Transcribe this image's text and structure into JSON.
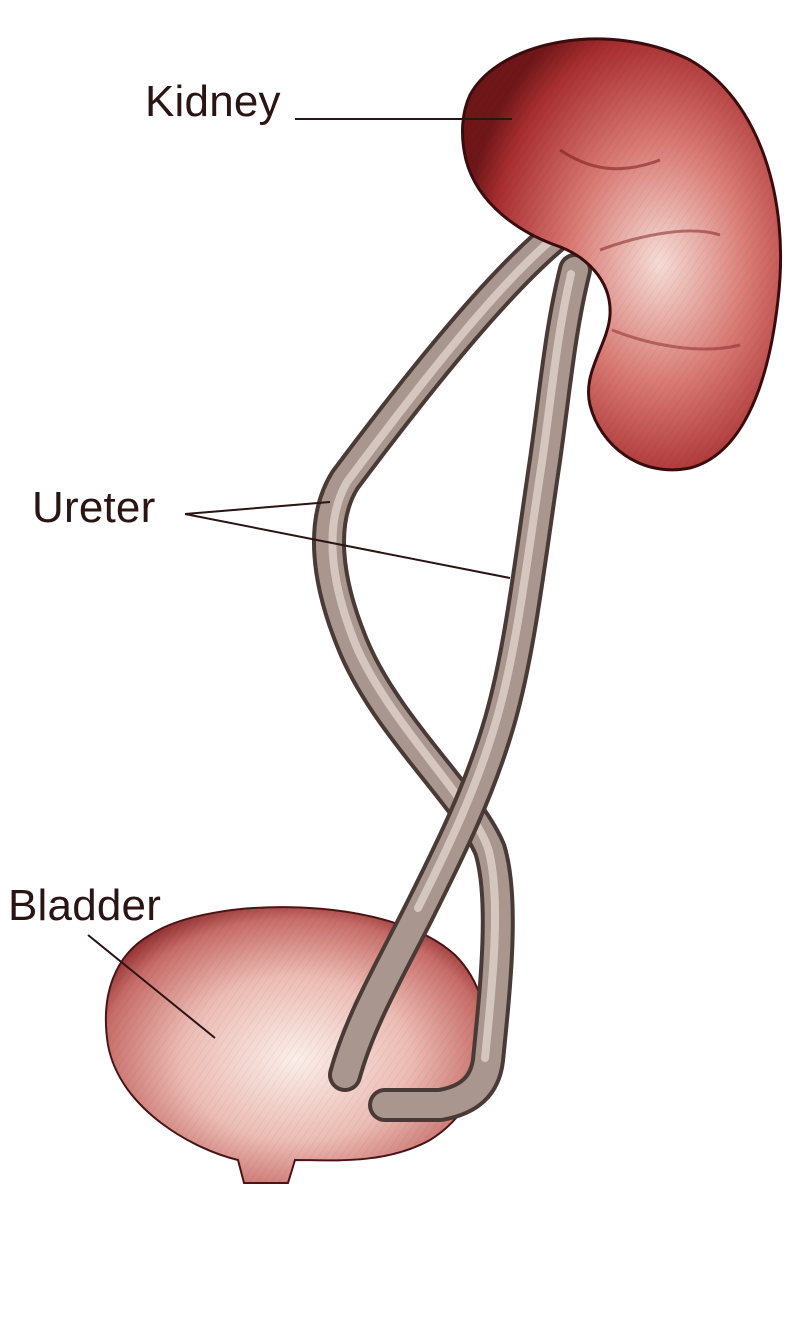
{
  "labels": {
    "kidney": "Kidney",
    "ureter": "Ureter",
    "bladder": "Bladder"
  },
  "colors": {
    "kidney_dark": "#7a1a1c",
    "kidney_mid": "#b8383a",
    "kidney_light": "#f6dcd6",
    "ureter_dark": "#5e4a46",
    "ureter_light": "#cdbcb4",
    "bladder_dark": "#8c2a2c",
    "bladder_mid": "#d28a84",
    "bladder_light": "#fbeeea",
    "label_text": "#2a1414",
    "leader_line": "#2a1414"
  }
}
